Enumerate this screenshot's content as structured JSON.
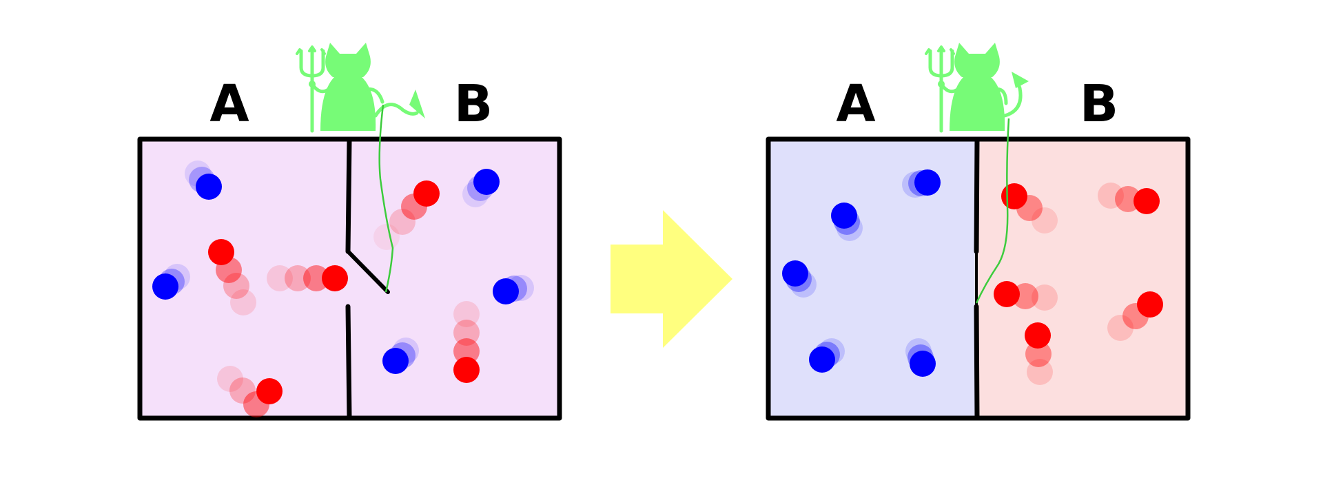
{
  "colors": {
    "blue_particle": "#0000ff",
    "red_particle": "#ff0000",
    "demon": "#77fb77",
    "arrow": "#ffff7f",
    "before_fill": "#f5e0fa",
    "after_left_fill": "#dfe0fb",
    "after_right_fill": "#fcdfdf",
    "walls": "#000000"
  },
  "before": {
    "label_left": "A",
    "label_right": "B",
    "door": "open",
    "demon_icon": "maxwell-demon-icon"
  },
  "after": {
    "label_left": "A",
    "label_right": "B",
    "door": "closed",
    "demon_icon": "maxwell-demon-icon"
  },
  "transition_icon": "right-arrow-icon"
}
